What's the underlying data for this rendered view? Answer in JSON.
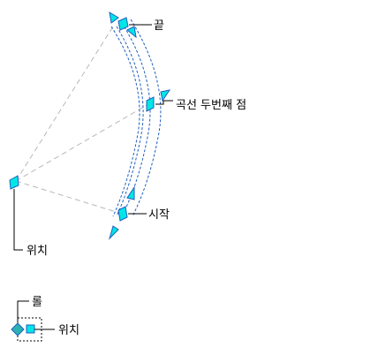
{
  "labels": {
    "end": "끝",
    "second_point": "곡선 두번째 점",
    "start": "시작",
    "location": "위치",
    "legend_roll": "롤",
    "legend_location": "위치"
  },
  "colors": {
    "grip_fill": "#00e6e6",
    "grip_stroke": "#1f5fbf",
    "construction_line": "#b8b8b8",
    "leader_line": "#000000",
    "legend_diamond": "#2bb3b3"
  },
  "icons": {
    "grip": "parallelogram-grip-icon",
    "direction": "triangle-arrow-icon",
    "rotation": "diamond-grip-icon"
  }
}
